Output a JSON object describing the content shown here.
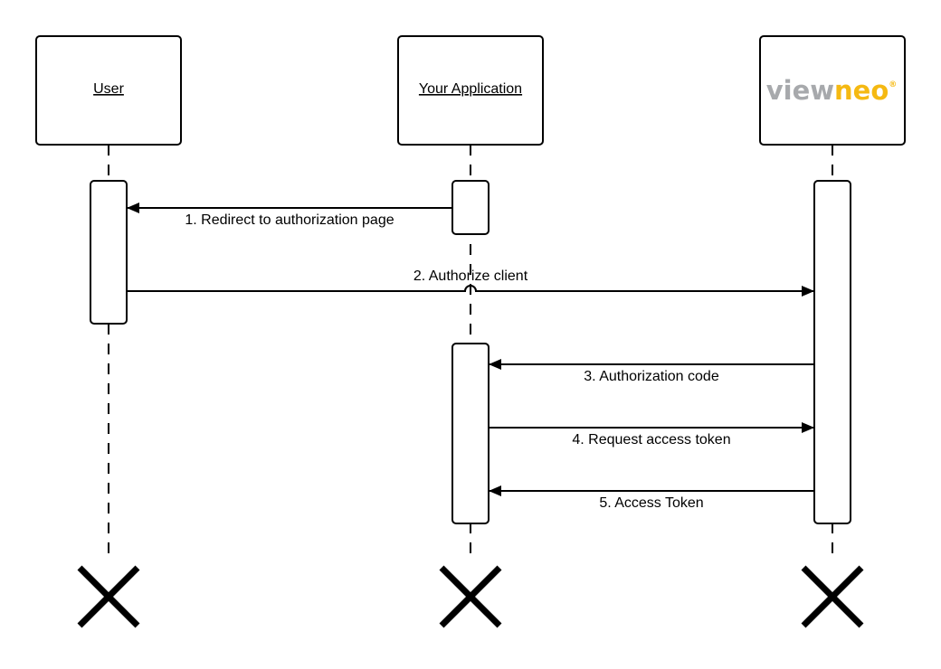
{
  "participants": [
    {
      "id": "user",
      "label": "User"
    },
    {
      "id": "app",
      "label": "Your Application"
    },
    {
      "id": "viewneo",
      "logo": {
        "part1": "view",
        "part2": "neo",
        "mark": "®",
        "color1": "#a7a9ac",
        "color2": "#f5b912"
      }
    }
  ],
  "messages": [
    {
      "label": "1. Redirect to authorization page",
      "from": "app",
      "to": "user"
    },
    {
      "label": "2. Authorize client",
      "from": "user",
      "to": "viewneo"
    },
    {
      "label": "3. Authorization code",
      "from": "viewneo",
      "to": "app"
    },
    {
      "label": "4. Request access token",
      "from": "app",
      "to": "viewneo"
    },
    {
      "label": "5. Access Token",
      "from": "viewneo",
      "to": "app"
    }
  ],
  "icons": {
    "terminator": "x-terminator-icon",
    "arrow": "filled-arrowhead-icon"
  }
}
